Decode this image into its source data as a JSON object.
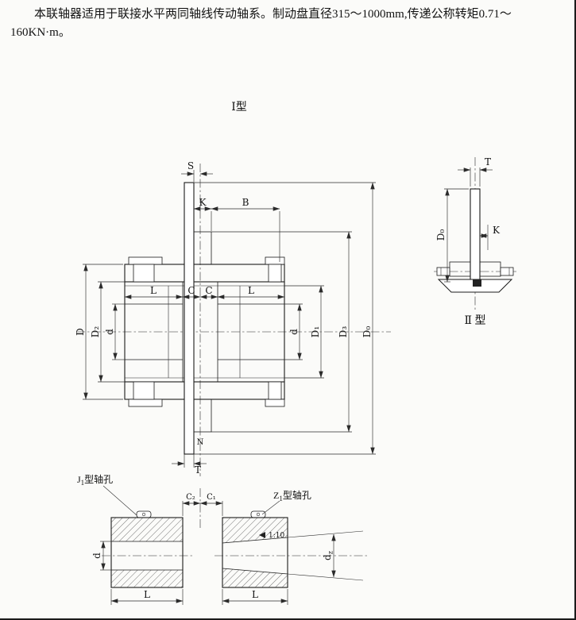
{
  "intro": {
    "line1": "本联轴器适用于联接水平两同轴线传动轴系。制动盘直径315～1000mm,传递公称转矩0.71～",
    "line2": "160KN·m。"
  },
  "figure1": {
    "caption": "Ⅰ型",
    "labels": {
      "s": "S",
      "k": "K",
      "b": "B",
      "l_left": "L",
      "c_left": "C",
      "c_right": "C",
      "l_right": "L",
      "d_outer": "D",
      "d2": "D₂",
      "d_bore_left": "d",
      "d_bore_right": "d",
      "d1": "D₁",
      "d3": "D₃",
      "d0": "D₀",
      "n": "N",
      "t": "T"
    }
  },
  "figure2": {
    "caption": "Ⅱ 型",
    "labels": {
      "t": "T",
      "d0": "D₀",
      "k": "K"
    }
  },
  "figure3": {
    "left_title": {
      "base": "J",
      "sub": "1",
      "rest": "型轴孔"
    },
    "right_title": {
      "base": "Z",
      "sub": "1",
      "rest": "型轴孔"
    },
    "labels": {
      "c2": "C₂",
      "c1": "C₁",
      "d": "d",
      "l_left": "L",
      "l_right": "L",
      "taper": "1:10",
      "dz_base": "d",
      "dz_sub": "z"
    }
  }
}
